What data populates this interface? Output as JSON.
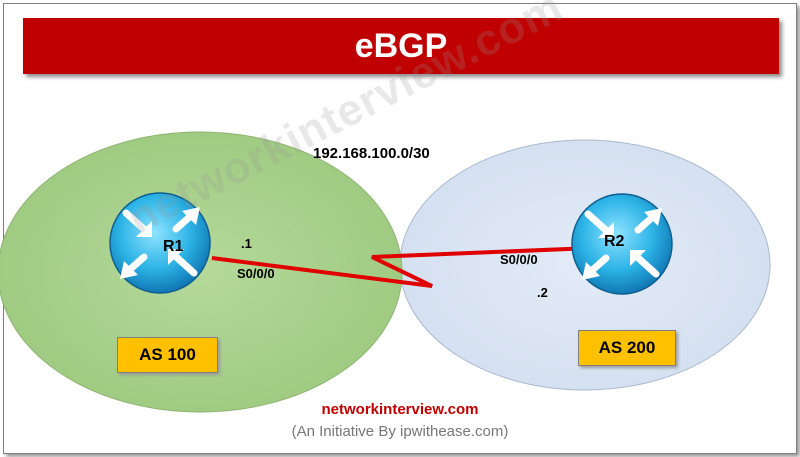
{
  "title": "eBGP",
  "watermark": "networkinterview.com",
  "subnet": "192.168.100.0/30",
  "routers": [
    {
      "name": "R1",
      "interface": "S0/0/0",
      "ip": ".1",
      "as_label": "AS 100"
    },
    {
      "name": "R2",
      "interface": "S0/0/0",
      "ip": ".2",
      "as_label": "AS 200"
    }
  ],
  "footer": {
    "site": "networkinterview.com",
    "tagline": "(An Initiative By ipwithease.com)"
  },
  "colors": {
    "title_bar": "#c00000",
    "as100_zone": "#a9d18e",
    "as200_zone": "#dae3f3",
    "router": "#29b6e8",
    "serial_link": "#e00000",
    "as_badge": "#ffc000"
  }
}
